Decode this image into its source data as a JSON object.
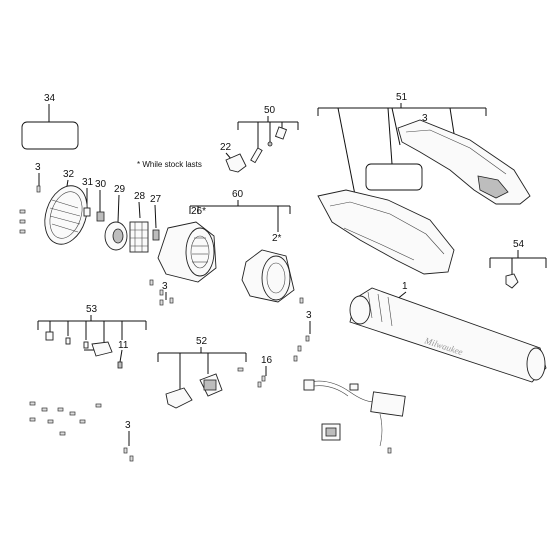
{
  "diagram": {
    "note": "* While stock lasts",
    "brand": "Milwaukee",
    "callouts": [
      {
        "id": "c34",
        "text": "34"
      },
      {
        "id": "c50",
        "text": "50"
      },
      {
        "id": "c51",
        "text": "51"
      },
      {
        "id": "c3a",
        "text": "3"
      },
      {
        "id": "c3b",
        "text": "3"
      },
      {
        "id": "c22",
        "text": "22"
      },
      {
        "id": "c32",
        "text": "32"
      },
      {
        "id": "c31",
        "text": "31"
      },
      {
        "id": "c30",
        "text": "30"
      },
      {
        "id": "c29",
        "text": "29"
      },
      {
        "id": "c28",
        "text": "28"
      },
      {
        "id": "c27",
        "text": "27"
      },
      {
        "id": "c60",
        "text": "60"
      },
      {
        "id": "c26",
        "text": "26*"
      },
      {
        "id": "c2",
        "text": "2*"
      },
      {
        "id": "c54",
        "text": "54"
      },
      {
        "id": "c1",
        "text": "1"
      },
      {
        "id": "c3c",
        "text": "3"
      },
      {
        "id": "c53",
        "text": "53"
      },
      {
        "id": "c11",
        "text": "11"
      },
      {
        "id": "c3d",
        "text": "3"
      },
      {
        "id": "c52",
        "text": "52"
      },
      {
        "id": "c16",
        "text": "16"
      },
      {
        "id": "c3e",
        "text": "3"
      }
    ]
  }
}
